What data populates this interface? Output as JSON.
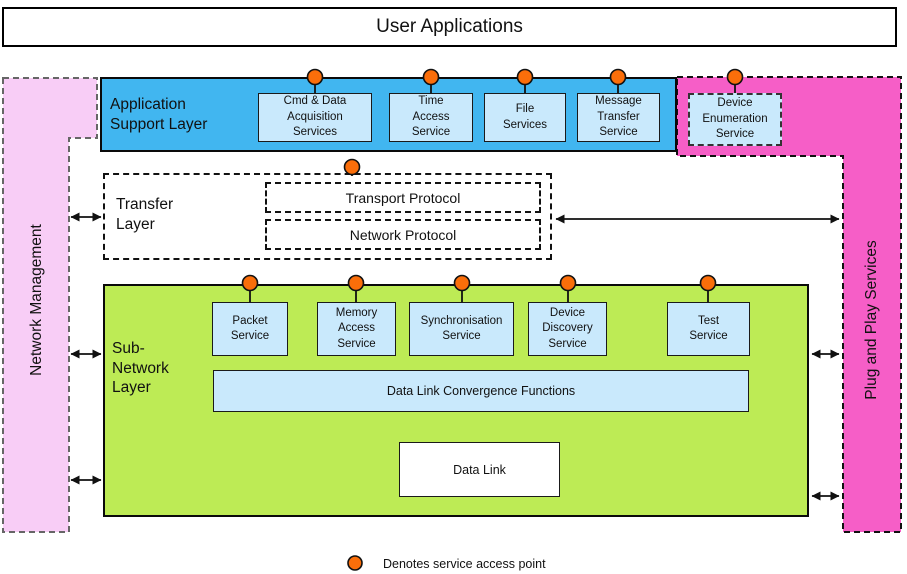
{
  "colors": {
    "blue": "#41B6F0",
    "light_blue": "#C9E9FC",
    "green": "#BDEB55",
    "pink": "#F8CDF6",
    "magenta": "#F65EC7",
    "orange": "#FA6E0A"
  },
  "top_box": {
    "label": "User Applications"
  },
  "left_bar": {
    "label": "Network Management"
  },
  "right_bar": {
    "label": "Plug and Play Services"
  },
  "application_support_layer": {
    "label": "Application\nSupport Layer",
    "services": [
      "Cmd & Data\nAcquisition\nServices",
      "Time\nAccess\nService",
      "File\nServices",
      "Message\nTransfer\nService"
    ]
  },
  "device_enumeration_service": {
    "label": "Device\nEnumeration\nService"
  },
  "transfer_layer": {
    "label": "Transfer\nLayer",
    "protocols": [
      "Transport Protocol",
      "Network Protocol"
    ]
  },
  "sub_network_layer": {
    "label": "Sub-\nNetwork\nLayer",
    "services": [
      "Packet\nService",
      "Memory\nAccess\nService",
      "Synchronisation\nService",
      "Device\nDiscovery\nService",
      "Test\nService"
    ],
    "convergence_label": "Data Link Convergence Functions",
    "data_link_label": "Data Link"
  },
  "legend": {
    "sap_label": "Denotes service access point"
  }
}
